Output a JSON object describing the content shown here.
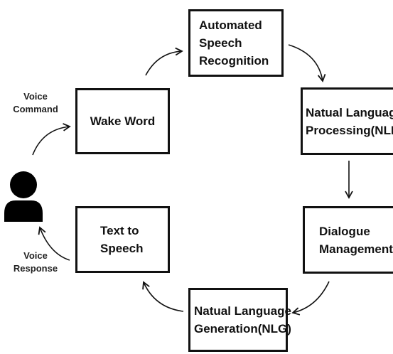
{
  "nodes": {
    "asr": {
      "line1": "Automated",
      "line2": "Speech",
      "line3": "Recognition"
    },
    "nlp": {
      "line1": "Natual Language",
      "line2": "Processing(NLP)"
    },
    "dm": {
      "line1": "Dialogue",
      "line2": "Management"
    },
    "nlg": {
      "line1": "Natual Language",
      "line2": "Generation(NLG)"
    },
    "tts": {
      "line1": "Text to",
      "line2": "Speech"
    },
    "wake": {
      "line1": "Wake Word"
    }
  },
  "labels": {
    "voice_command": {
      "line1": "Voice",
      "line2": "Command"
    },
    "voice_response": {
      "line1": "Voice",
      "line2": "Response"
    }
  },
  "icons": {
    "user": "user-icon"
  },
  "colors": {
    "stroke": "#111111",
    "background": "#ffffff"
  }
}
